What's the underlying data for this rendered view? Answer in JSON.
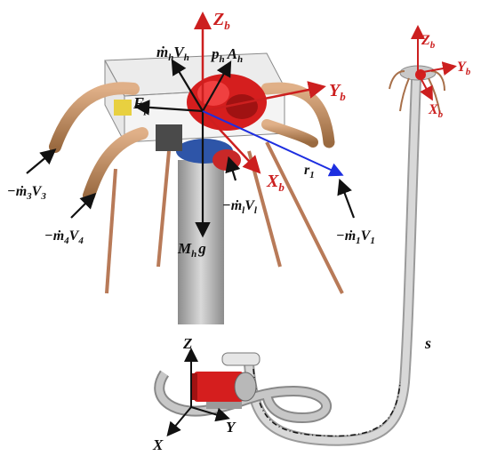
{
  "labels": {
    "zb_main": "Z",
    "zb_main_sub": "b",
    "yb_main": "Y",
    "yb_main_sub": "b",
    "xb_main": "X",
    "xb_main_sub": "b",
    "zb_small": "Z",
    "zb_small_sub": "b",
    "yb_small": "Y",
    "yb_small_sub": "b",
    "xb_small": "X",
    "xb_small_sub": "b",
    "mdot_h_v_h": "ṁ",
    "mdot_h_sub": "h",
    "v_h": "V",
    "v_h_sub": "h",
    "p_h": "p",
    "p_h_sub": "h",
    "a_h": "A",
    "a_h_sub": "h",
    "f_p": "F",
    "f_p_sub": "p",
    "m3v3": "−ṁ",
    "m3_sub": "3",
    "v3": "V",
    "v3_sub": "3",
    "m4v4": "−ṁ",
    "m4_sub": "4",
    "v4": "V",
    "v4_sub": "4",
    "m1v1": "−ṁ",
    "m1_sub": "1",
    "v1": "V",
    "v1_sub": "1",
    "mlvl": "−ṁ",
    "ml_sub": "l",
    "vl": "V",
    "vl_sub": "l",
    "r1": "r",
    "r1_sub": "1",
    "mhg": "M",
    "mhg_sub": "h",
    "g": "g",
    "s": "s",
    "ground_z": "Z",
    "ground_y": "Y",
    "ground_x": "X"
  },
  "colors": {
    "axis_red": "#cc1f1f",
    "vector_black": "#111111",
    "radius_blue": "#1d2ee0",
    "hose_gray": "#b9b9b9",
    "pump_red": "#d51e1e",
    "pipe_copper": "#c08a5a"
  }
}
